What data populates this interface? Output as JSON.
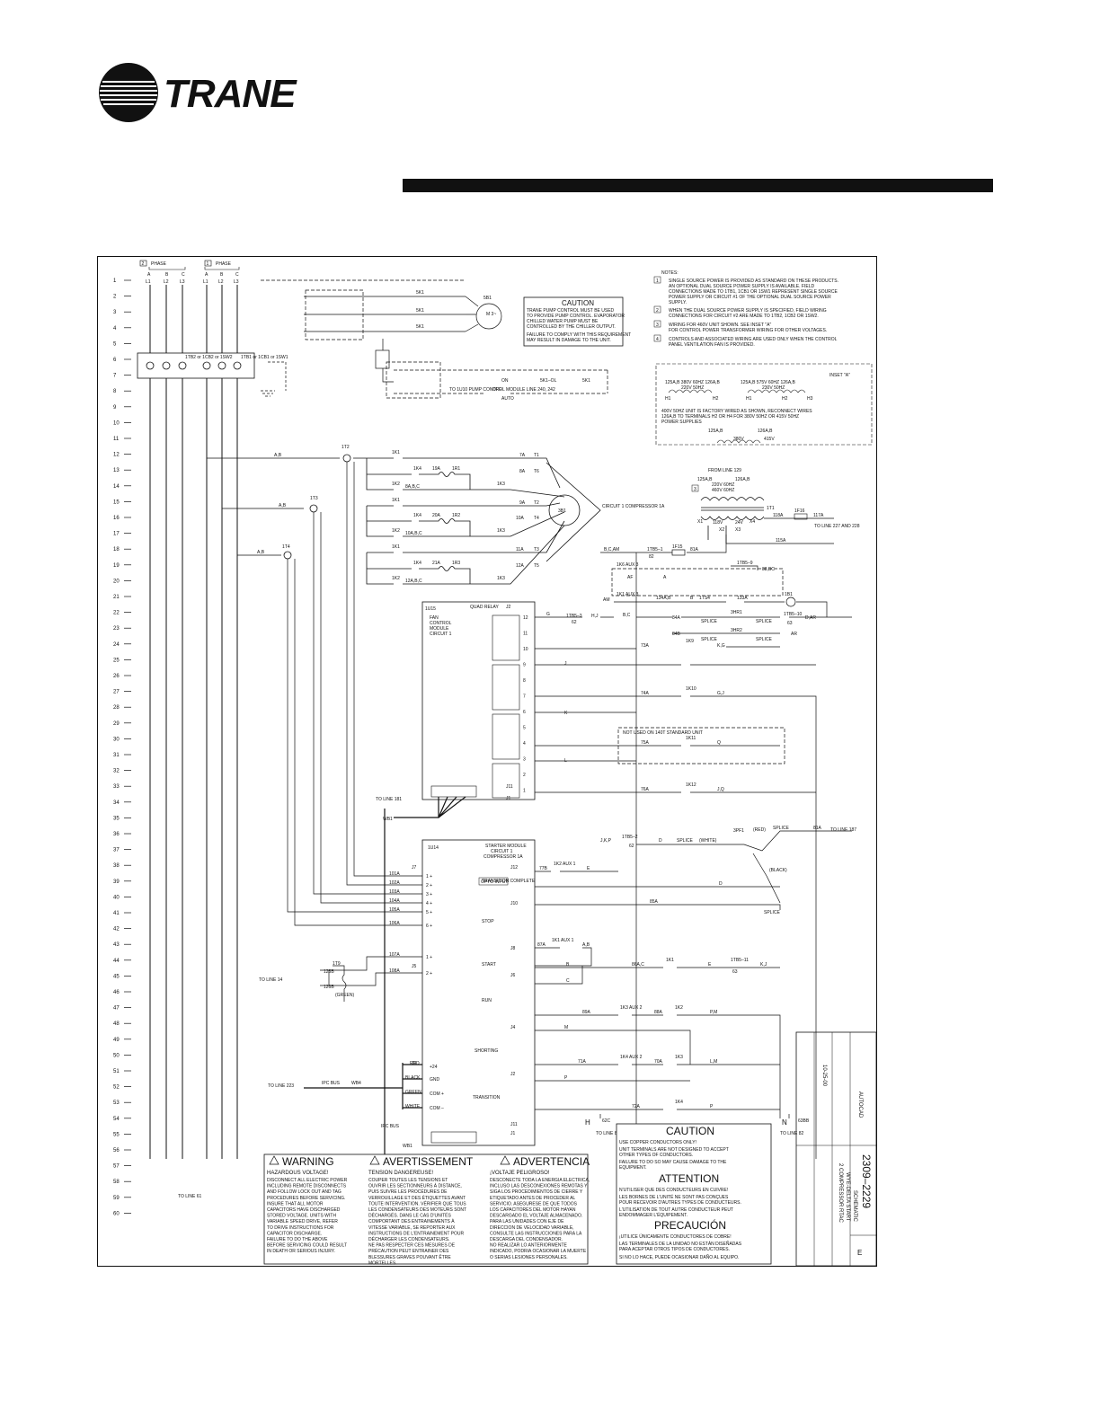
{
  "brand": {
    "name": "TRANE",
    "logo_icon": "trane-circle-logo-icon"
  },
  "row_numbers": [
    "1",
    "2",
    "3",
    "4",
    "5",
    "6",
    "7",
    "8",
    "9",
    "10",
    "11",
    "12",
    "13",
    "14",
    "15",
    "16",
    "17",
    "18",
    "19",
    "20",
    "21",
    "22",
    "23",
    "24",
    "25",
    "26",
    "27",
    "28",
    "29",
    "30",
    "31",
    "32",
    "33",
    "34",
    "35",
    "36",
    "37",
    "38",
    "39",
    "40",
    "41",
    "42",
    "43",
    "44",
    "45",
    "46",
    "47",
    "48",
    "49",
    "50",
    "51",
    "52",
    "53",
    "54",
    "55",
    "56",
    "57",
    "58",
    "59",
    "60"
  ],
  "power": {
    "phase2": "PHASE",
    "phase1": "PHASE",
    "note2": "2",
    "note1": "1",
    "cols": [
      "A",
      "B",
      "C",
      "A",
      "B",
      "C"
    ],
    "lines": [
      "L1",
      "L2",
      "L3",
      "L1",
      "L2",
      "L3"
    ],
    "tb2": "1TB2 or 1CB2 or 1SW2",
    "tb1": "1TB1 or 1CB1 or 1SW1",
    "to_line": "TO LINE 61"
  },
  "pump": {
    "sk1": "5K1",
    "sb1": "5B1",
    "motor": "M 3~",
    "to_1u10": "TO 1U10 PUMP CONTROL MODULE LINE 240, 242",
    "on": "ON",
    "off": "OFF",
    "auto": "AUTO",
    "ol": "5K1–OL"
  },
  "caution_pump": {
    "title": "CAUTION",
    "text": [
      "TRANE PUMP CONTROL MUST BE USED",
      "TO PROVIDE PUMP CONTROL. EVAPORATOR",
      "CHILLED WATER PUMP MUST BE",
      "CONTROLLED BY THE CHILLER OUTPUT.",
      "FAILURE TO COMPLY WITH THIS REQUIREMENT",
      "MAY RESULT IN DAMAGE TO THE UNIT."
    ]
  },
  "notes": {
    "title": "NOTES:",
    "items": [
      {
        "n": "1",
        "lines": [
          "SINGLE SOURCE POWER IS PROVIDED AS STANDARD ON THESE PRODUCTS.",
          "AN OPTIONAL DUAL SOURCE POWER SUPPLY IS AVAILABLE. FIELD",
          "CONNECTIONS MADE TO 1TB1, 1CB1 OR 1SW1 REPRESENT SINGLE SOURCE",
          "POWER SUPPLY OR CIRCUIT #1 OF THE OPTIONAL DUAL SOURCE POWER",
          "SUPPLY."
        ]
      },
      {
        "n": "2",
        "lines": [
          "WHEN THE DUAL SOURCE POWER SUPPLY IS SPECIFIED, FIELD WIRING",
          "CONNECTIONS FOR CIRCUIT #2 ARE MADE TO 1TB2, 1CB2 OR 1SW2."
        ]
      },
      {
        "n": "3",
        "lines": [
          "WIRING FOR 460V UNIT SHOWN. SEE INSET \"A\"",
          "FOR CONTROL POWER TRANSFORMER WIRING FOR OTHER VOLTAGES."
        ]
      },
      {
        "n": "4",
        "lines": [
          "CONTROLS AND ASSOCIATED WIRING ARE USED ONLY WHEN THE CONTROL",
          "PANEL VENTILATION FAN IS PROVIDED."
        ]
      }
    ]
  },
  "inset_a": {
    "label": "INSET \"A\"",
    "left": [
      "125A,B  380V 60HZ  126A,B",
      "220V 50HZ"
    ],
    "right": [
      "125A,B  575V 60HZ  126A,B",
      "230V 50HZ"
    ],
    "h": [
      "H1",
      "H2",
      "H1",
      "H2",
      "H3"
    ],
    "note": [
      "400V 50HZ UNIT IS FACTORY WIRED AS SHOWN, RECONNECT WIRES",
      "126A,B TO TERMINALS H2 OR H4 FOR 380V 50HZ OR 415V 50HZ",
      "POWER SUPPLIES"
    ],
    "low": [
      "125A,B",
      "126A,B",
      "380V",
      "415V"
    ]
  },
  "transformer": {
    "from_line": "FROM LINE 129",
    "a": "125A,B",
    "b": "126A,B",
    "v1": "220V 60HZ",
    "v2": "460V 60HZ",
    "tt": "1T1",
    "w": [
      "118V",
      "24V"
    ],
    "x": [
      "X1",
      "X2",
      "X3",
      "X4"
    ],
    "wires": [
      "118A",
      "117A",
      "115A"
    ],
    "fuse": "1F16",
    "to_line": "TO LINE 227 AND 228"
  },
  "circuit1": {
    "title": "CIRCUIT 1 COMPRESSOR 1A",
    "ct": [
      "1T3",
      "1T2",
      "1T4"
    ],
    "k1": "1K1",
    "k4": "1K4",
    "k2": "1K2",
    "k3": "1K3",
    "res": [
      "1R1",
      "1R2",
      "1R3"
    ],
    "wires_top": [
      "7A",
      "8A",
      "9A",
      "10A",
      "11A",
      "12A"
    ],
    "wires_bot": [
      "19A",
      "20A",
      "21A"
    ],
    "phases": [
      "8A,B,C",
      "10A,B,C",
      "12A,B,C"
    ],
    "t": [
      "T1",
      "T6",
      "T2",
      "T4",
      "T3",
      "T5"
    ],
    "motor": "3B1",
    "ab": "A,B"
  },
  "fan": {
    "aux": "1K6 AUX 3",
    "aux1": "1K1 AUX 3",
    "wires": [
      "B,C,AM",
      "1TB5–1",
      "1F15",
      "81A",
      "B,C",
      "82",
      "88,BC",
      "1TB5–9",
      "133A",
      "134A,B",
      "1B1"
    ],
    "labels": [
      "AM",
      "AF",
      "A",
      "B",
      "1TS4",
      "4",
      "5",
      "3HR1",
      "3HR2",
      "SPLICE",
      "SPLICE",
      "SPLICE",
      "SPLICE",
      "84A",
      "84B",
      "1TB5–10",
      "D,AR",
      "AR",
      "63"
    ]
  },
  "quad": {
    "title": "QUAD RELAY",
    "module": "1U15",
    "module_label": [
      "FAN",
      "CONTROL",
      "MODULE",
      "CIRCUIT 1"
    ],
    "j2": "J2",
    "j11": "J11",
    "j1": "J1",
    "pins": [
      "12",
      "11",
      "10",
      "9",
      "8",
      "7",
      "6",
      "5",
      "4",
      "3",
      "2",
      "1"
    ],
    "wires": [
      "G",
      "H,J",
      "J",
      "K",
      "L"
    ],
    "tb": "1TB5–3",
    "tb_n": "62",
    "relays": [
      {
        "wire": "73A",
        "relay": "1K9",
        "out": "K,G"
      },
      {
        "wire": "74A",
        "relay": "1K10",
        "out": "G,J"
      },
      {
        "wire": "75A",
        "relay": "1K11",
        "out": "Q"
      },
      {
        "wire": "76A",
        "relay": "1K12",
        "out": "J,Q"
      }
    ],
    "not_used": "NOT USED ON 140T STANDARD UNIT",
    "to_line": "TO LINE 181",
    "wb1": "WB1"
  },
  "starter": {
    "module": "1U14",
    "title": [
      "STARTER MODULE",
      "CIRCUIT 1",
      "COMPRESSOR 1A"
    ],
    "j7": "J7",
    "j5": "J5",
    "j12": "J12",
    "j10": "J10",
    "j8": "J8",
    "j6": "J6",
    "j4": "J4",
    "j2": "J2",
    "j3": "J3",
    "j11": "J11",
    "j1": "J1",
    "inputs": [
      "101A",
      "102A",
      "103A",
      "104A",
      "105A",
      "106A",
      "107A",
      "108A"
    ],
    "transition": "TRANSITION COMPLETE",
    "opto": "OPTO INPUT",
    "sections": [
      "STOP",
      "START",
      "RUN",
      "SHORTING",
      "TRANSITION"
    ],
    "bus": [
      "RED",
      "BLACK",
      "GREEN",
      "WHITE"
    ],
    "bus_pins": [
      "+24",
      "GND",
      "COM +",
      "COM –"
    ],
    "ipc": "IPC BUS",
    "wb4": "WB4",
    "to_line_223": "TO LINE 223",
    "wb1": "WB1",
    "t9": "1T9",
    "w125": "125B",
    "w126": "126B",
    "to_line_14": "TO LINE 14",
    "green": "(GREEN)"
  },
  "right_ladder": {
    "aux": "1K2 AUX 1",
    "w77": "77B",
    "e": "E",
    "tb2": "1TB5–2",
    "d": "D",
    "splice": "SPLICE",
    "white": "(WHITE)",
    "red": "(RED)",
    "black": "(BLACK)",
    "pf": "3PF1",
    "w81": "81A",
    "to_line_187": "TO LINE 187",
    "jkp": "J,K,P",
    "n62": "62",
    "w85": "85A",
    "w87": "87A",
    "aux11": "1K1 AUX 1",
    "ab": "A,B",
    "w86": "86A,C",
    "k1": "1K1",
    "tb11": "1TB5–11",
    "kj": "K,J",
    "n63": "63",
    "w89": "89A",
    "k3aux": "1K3 AUX 2",
    "w88": "88A",
    "k2": "1K2",
    "pm": "P,M",
    "w71": "71A",
    "k4aux": "1K4 AUX 2",
    "w70": "70A",
    "k3": "1K3",
    "lm": "L,M",
    "w72": "72A",
    "k4": "1K4",
    "p": "P",
    "m": "M",
    "b": "B",
    "c": "C",
    "h": "H",
    "n": "N",
    "w62c": "62C",
    "w63b": "63BB",
    "to_line_82": "TO LINE 82"
  },
  "warning": {
    "en_title": "WARNING",
    "en_sub": "HAZARDOUS VOLTAGE!",
    "en_text": [
      "DISCONNECT ALL ELECTRIC POWER",
      "INCLUDING REMOTE DISCONNECTS",
      "AND FOLLOW LOCK OUT AND TAG",
      "PROCEDURES BEFORE SERVICING.",
      "INSURE THAT ALL MOTOR",
      "CAPACITORS HAVE DISCHARGED",
      "STORED VOLTAGE.  UNITS WITH",
      "VARIABLE SPEED DRIVE, REFER",
      "TO DRIVE INSTRUCTIONS FOR",
      "CAPACITOR DISCHARGE.",
      "FAILURE TO DO THE ABOVE",
      "BEFORE SERVICING COULD RESULT",
      "IN DEATH OR SERIOUS INJURY."
    ],
    "fr_title": "AVERTISSEMENT",
    "fr_sub": "TENSION DANGEREUSE!",
    "fr_text": [
      "COUPER TOUTES LES TENSIONS ET",
      "OUVRIR LES SECTIONNEURS À DISTANCE,",
      "PUIS SUIVRE LES PROCÉDURES DE",
      "VERROUILLAGE ET DES ÉTIQUETTES AVANT",
      "TOUTE INTERVENTION.  VÉRIFIER QUE TOUS",
      "LES CONDENSATEURS DES MOTEURS SONT",
      "DÉCHARGÉS.  DANS LE CAS D'UNITÉS",
      "COMPORTANT DES ENTRAINEMENTS À",
      "VITESSE VARIABLE, SE REPORTER AUX",
      "INSTRUCTIONS DE L'ENTRAINEMENT POUR",
      "DÉCHARGER LES CONDENSATEURS.",
      "NE PAS RESPECTER CES MESURES DE",
      "PRÉCAUTION PEUT ENTRAINER DES",
      "BLESSURES GRAVES POUVANT ÊTRE",
      "MORTELLES."
    ],
    "es_title": "ADVERTENCIA",
    "es_sub": "¡VOLTAJE PELIGROSO!",
    "es_text": [
      "DESCONECTE TODA LA ENERGIA ELECTRICA,",
      "INCLUSO LAS DESCONEXIONES REMOTAS Y",
      "SIGA LOS PROCEDIMIENTOS DE CIERRE Y",
      "ETIQUETADO ANTES DE PROCEDER AL",
      "SERVICIO.  ASEGURESE DE QUE TODOS",
      "LOS CAPACITORES DEL MOTOR HAYAN",
      "DESCARGADO EL VOLTAJE ALMACENADO.",
      "PARA LAS UNIDADES CON EJE DE",
      "DIRECCION DE VELOCIDAD VARIABLE,",
      "CONSULTE LAS INSTRUCCIONES PARA LA",
      "DESCARGA DEL CONDENSADOR.",
      "NO REALIZAR LO ANTERIORMENTE",
      "INDICADO, PODRIA OCASIONAR LA MUERTE",
      "O SERIAS LESIONES PERSONALES."
    ]
  },
  "caution_copper": {
    "title": "CAUTION",
    "text": [
      "USE COPPER CONDUCTORS ONLY!",
      "UNIT TERMINALS ARE NOT DESIGNED TO ACCEPT",
      "OTHER TYPES OF CONDUCTORS.",
      "FAILURE TO DO SO MAY CAUSE DAMAGE TO THE",
      "EQUIPMENT."
    ],
    "fr_title": "ATTENTION",
    "fr_text": [
      "N'UTILISER QUE DES CONDUCTEURS EN CUIVRE!",
      "LES BORNES DE L'UNITÉ NE SONT PAS CONÇUES",
      "POUR RECEVOIR D'AUTRES TYPES DE CONDUCTEURS.",
      "L'UTILISATION DE TOUT AUTRE CONDUCTEUR PEUT",
      "ENDOMMAGER L'ÉQUIPEMENT."
    ],
    "es_title": "PRECAUCIÓN",
    "es_text": [
      "¡UTILICE ÚNICAMENTE CONDUCTORES DE COBRE!",
      "LAS TERMINALES DE LA UNIDAD NO ESTÁN DISEÑADAS",
      "PARA ACEPTAR OTROS TIPOS DE CONDUCTORES.",
      "SI NO LO HACE, PUEDE OCASIONAR DAÑO AL EQUIPO."
    ]
  },
  "title_block": {
    "number": "2309–2229",
    "schematic": "SCHEMATIC",
    "rev": "E",
    "desc": [
      "2 COMPRESSOR RTAC",
      "WYE-DELTA START"
    ],
    "autocad": "AUTOCAD",
    "date": "10-25-00"
  }
}
